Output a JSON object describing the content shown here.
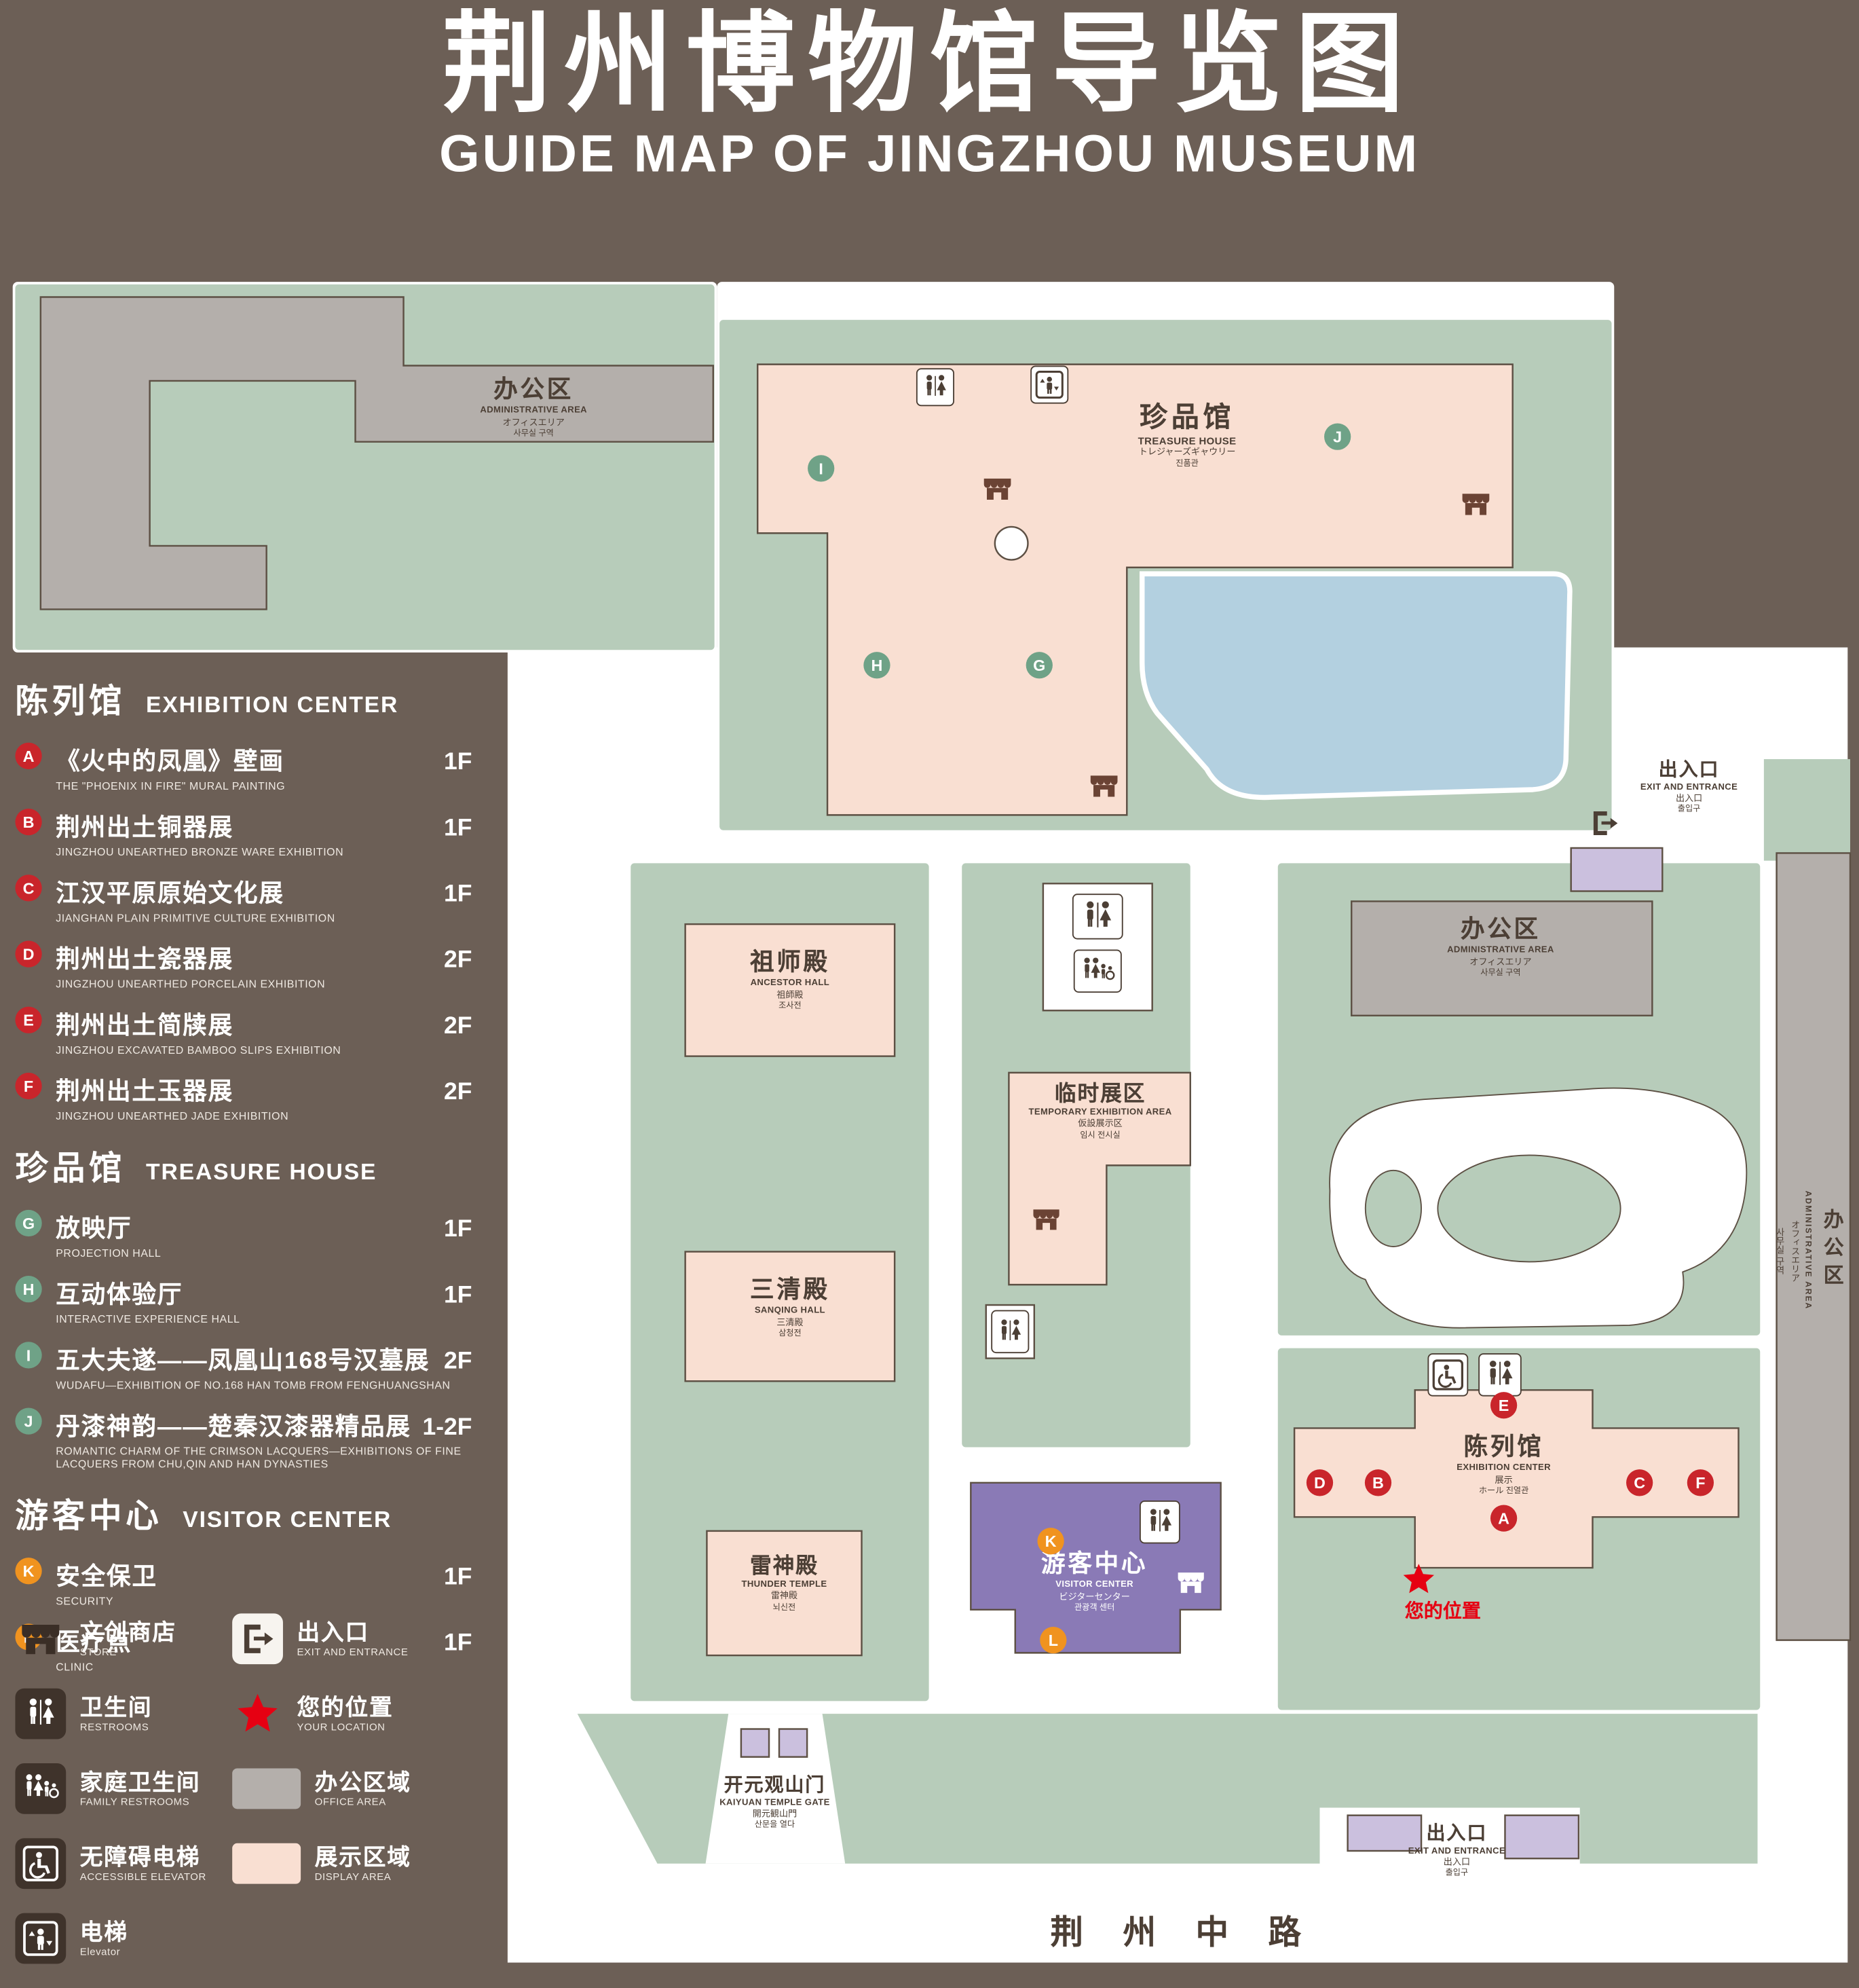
{
  "title": {
    "zh": "荆州博物馆导览图",
    "en": "GUIDE MAP OF JINGZHOU MUSEUM"
  },
  "colors": {
    "bg": "#6c5f56",
    "grounds_green": "#b7ccba",
    "display_pink": "#f9dfd2",
    "office_gray": "#b4afab",
    "pond_blue": "#b3d0e0",
    "visitor_purple": "#8a7ab6",
    "entrance_purple": "#cbc0de",
    "ink": "#4c3f35",
    "marker_red": "#c9252b",
    "marker_green": "#6fa287",
    "marker_orange": "#f0931f",
    "location_red": "#e60012",
    "store_brown": "#6b4334",
    "legend_tile": "#3f332b",
    "path_white": "#ffffff"
  },
  "sidebar": {
    "sections": [
      {
        "title_zh": "陈列馆",
        "title_en": "EXHIBITION CENTER",
        "items": [
          {
            "letter": "A",
            "zh": "《火中的凤凰》壁画",
            "en": "THE \"PHOENIX IN FIRE\" MURAL PAINTING",
            "floor": "1F"
          },
          {
            "letter": "B",
            "zh": "荆州出土铜器展",
            "en": "JINGZHOU UNEARTHED BRONZE WARE EXHIBITION",
            "floor": "1F"
          },
          {
            "letter": "C",
            "zh": "江汉平原原始文化展",
            "en": "JIANGHAN PLAIN PRIMITIVE CULTURE EXHIBITION",
            "floor": "1F"
          },
          {
            "letter": "D",
            "zh": "荆州出土瓷器展",
            "en": "JINGZHOU UNEARTHED PORCELAIN EXHIBITION",
            "floor": "2F"
          },
          {
            "letter": "E",
            "zh": "荆州出土简牍展",
            "en": "JINGZHOU EXCAVATED BAMBOO SLIPS EXHIBITION",
            "floor": "2F"
          },
          {
            "letter": "F",
            "zh": "荆州出土玉器展",
            "en": "JINGZHOU UNEARTHED JADE EXHIBITION",
            "floor": "2F"
          }
        ]
      },
      {
        "title_zh": "珍品馆",
        "title_en": "TREASURE HOUSE",
        "items": [
          {
            "letter": "G",
            "zh": "放映厅",
            "en": "PROJECTION HALL",
            "floor": "1F"
          },
          {
            "letter": "H",
            "zh": "互动体验厅",
            "en": "INTERACTIVE EXPERIENCE HALL",
            "floor": "1F"
          },
          {
            "letter": "I",
            "zh": "五大夫遂——凤凰山168号汉墓展",
            "en": "WUDAFU—EXHIBITION OF NO.168 HAN TOMB FROM FENGHUANGSHAN",
            "floor": "2F"
          },
          {
            "letter": "J",
            "zh": "丹漆神韵——楚秦汉漆器精品展",
            "en": "ROMANTIC CHARM OF THE CRIMSON LACQUERS—EXHIBITIONS OF FINE LACQUERS FROM CHU,QIN AND HAN DYNASTIES",
            "floor": "1-2F"
          }
        ]
      },
      {
        "title_zh": "游客中心",
        "title_en": "VISITOR CENTER",
        "items": [
          {
            "letter": "K",
            "zh": "安全保卫",
            "en": "SECURITY",
            "floor": "1F"
          },
          {
            "letter": "L",
            "zh": "医疗点",
            "en": "CLINIC",
            "floor": "1F"
          }
        ]
      }
    ],
    "legend": {
      "col1": [
        {
          "icon": "store-icon",
          "zh": "文创商店",
          "en": "STORE"
        },
        {
          "icon": "restrooms-icon",
          "zh": "卫生间",
          "en": "RESTROOMS"
        },
        {
          "icon": "family-restrooms-icon",
          "zh": "家庭卫生间",
          "en": "FAMILY RESTROOMS"
        },
        {
          "icon": "accessible-elevator-icon",
          "zh": "无障碍电梯",
          "en": "ACCESSIBLE ELEVATOR"
        },
        {
          "icon": "elevator-icon",
          "zh": "电梯",
          "en": "Elevator"
        }
      ],
      "col2": [
        {
          "icon": "exit-icon",
          "zh": "出入口",
          "en": "EXIT AND ENTRANCE"
        },
        {
          "icon": "location-star-icon",
          "zh": "您的位置",
          "en": "YOUR LOCATION"
        },
        {
          "icon": "office-swatch",
          "zh": "办公区域",
          "en": "OFFICE AREA"
        },
        {
          "icon": "display-swatch",
          "zh": "展示区域",
          "en": "DISPLAY AREA"
        }
      ]
    }
  },
  "map": {
    "labels": {
      "admin_top": {
        "zh": "办公区",
        "en": "ADMINISTRATIVE AREA",
        "jp": "オフィスエリア",
        "kr": "사무실 구역"
      },
      "treasure": {
        "zh": "珍品馆",
        "en": "TREASURE HOUSE",
        "jp": "トレジャーズギャウリー",
        "kr": "진품관"
      },
      "exit_right": {
        "zh": "出入口",
        "en": "EXIT AND ENTRANCE",
        "jp": "出入口",
        "kr": "출입구"
      },
      "admin_mid": {
        "zh": "办公区",
        "en": "ADMINISTRATIVE AREA",
        "jp": "オフィスエリア",
        "kr": "사무실 구역"
      },
      "ancestor": {
        "zh": "祖师殿",
        "en": "ANCESTOR HALL",
        "jp": "祖師殿",
        "kr": "조사전"
      },
      "temporary": {
        "zh": "临时展区",
        "en": "TEMPORARY EXHIBITION AREA",
        "jp": "仮設展示区",
        "kr": "임시 전시실"
      },
      "sanqing": {
        "zh": "三清殿",
        "en": "SANQING HALL",
        "jp": "三清殿",
        "kr": "삼청전"
      },
      "thunder": {
        "zh": "雷神殿",
        "en": "THUNDER TEMPLE",
        "jp": "雷神殿",
        "kr": "뇌신전"
      },
      "visitor": {
        "zh": "游客中心",
        "en": "VISITOR CENTER",
        "jp": "ビジターセンター",
        "kr": "관광객 센터"
      },
      "exhibition": {
        "zh": "陈列馆",
        "en": "EXHIBITION CENTER",
        "jp": "展示",
        "kr": "ホール 진열관"
      },
      "your_location": "您的位置",
      "gate": {
        "zh": "开元观山门",
        "en": "KAIYUAN TEMPLE GATE",
        "jp": "開元観山門",
        "kr": "산문을 열다"
      },
      "exit_bottom": {
        "zh": "出入口",
        "en": "EXIT AND ENTRANCE",
        "jp": "出入口",
        "kr": "출입구"
      },
      "road": "荆 州 中 路",
      "admin_right": {
        "zh": "办公区",
        "en": "ADMINISTRATIVE AREA",
        "jp": "オフィスエリア",
        "kr": "사무실 구역"
      }
    },
    "markers": {
      "A": "A",
      "B": "B",
      "C": "C",
      "D": "D",
      "E": "E",
      "F": "F",
      "G": "G",
      "H": "H",
      "I": "I",
      "J": "J",
      "K": "K",
      "L": "L"
    }
  }
}
